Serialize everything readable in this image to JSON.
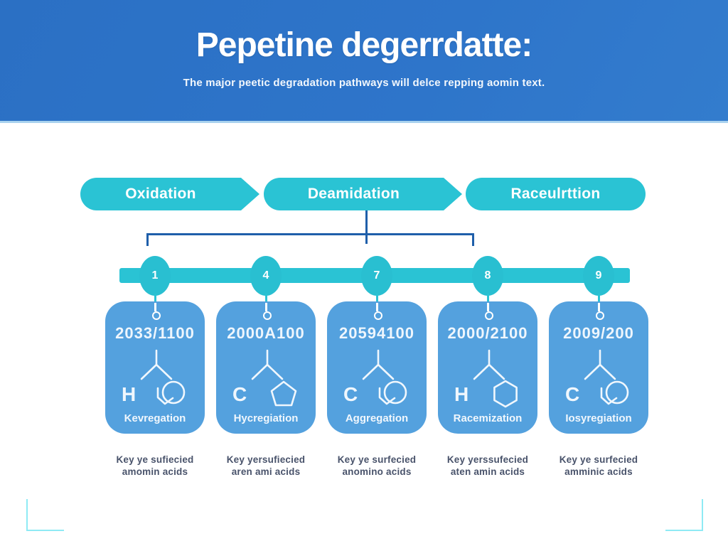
{
  "header": {
    "title": "Pepetine degerrdatte:",
    "subtitle": "The major peetic degradation pathways will delce repping aomin text."
  },
  "banners": [
    {
      "label": "Oxidation"
    },
    {
      "label": "Deamidation"
    },
    {
      "label": "Raceulrttion"
    }
  ],
  "timeline": {
    "steps": [
      {
        "number": "1"
      },
      {
        "number": "4"
      },
      {
        "number": "7"
      },
      {
        "number": "8"
      },
      {
        "number": "9"
      }
    ]
  },
  "cards": [
    {
      "value": "2033/1100",
      "letter": "H",
      "ring": "circle-o",
      "label": "Kevregation",
      "caption_line1": "Key ye sufiecied",
      "caption_line2": "amomin acids"
    },
    {
      "value": "2000A100",
      "letter": "C",
      "ring": "pentagon",
      "label": "Hycregiation",
      "caption_line1": "Key yersufiecied",
      "caption_line2": "aren ami acids"
    },
    {
      "value": "20594100",
      "letter": "C",
      "ring": "circle-o",
      "label": "Aggregation",
      "caption_line1": "Key ye surfecied",
      "caption_line2": "anomino acids"
    },
    {
      "value": "2000/2100",
      "letter": "H",
      "ring": "hexagon",
      "label": "Racemization",
      "caption_line1": "Key yerssufecied",
      "caption_line2": "aten amin acids"
    },
    {
      "value": "2009/200",
      "letter": "C",
      "ring": "circle-o",
      "label": "Iosyregiation",
      "caption_line1": "Key ye surfecied",
      "caption_line2": "amminic acids"
    }
  ],
  "colors": {
    "header_blue": "#2e74c8",
    "card_blue": "#54a1de",
    "teal": "#2ac3d4",
    "connector_blue": "#1f5faa",
    "caption_gray": "#49536b",
    "corner_cyan": "#8feaf4"
  }
}
